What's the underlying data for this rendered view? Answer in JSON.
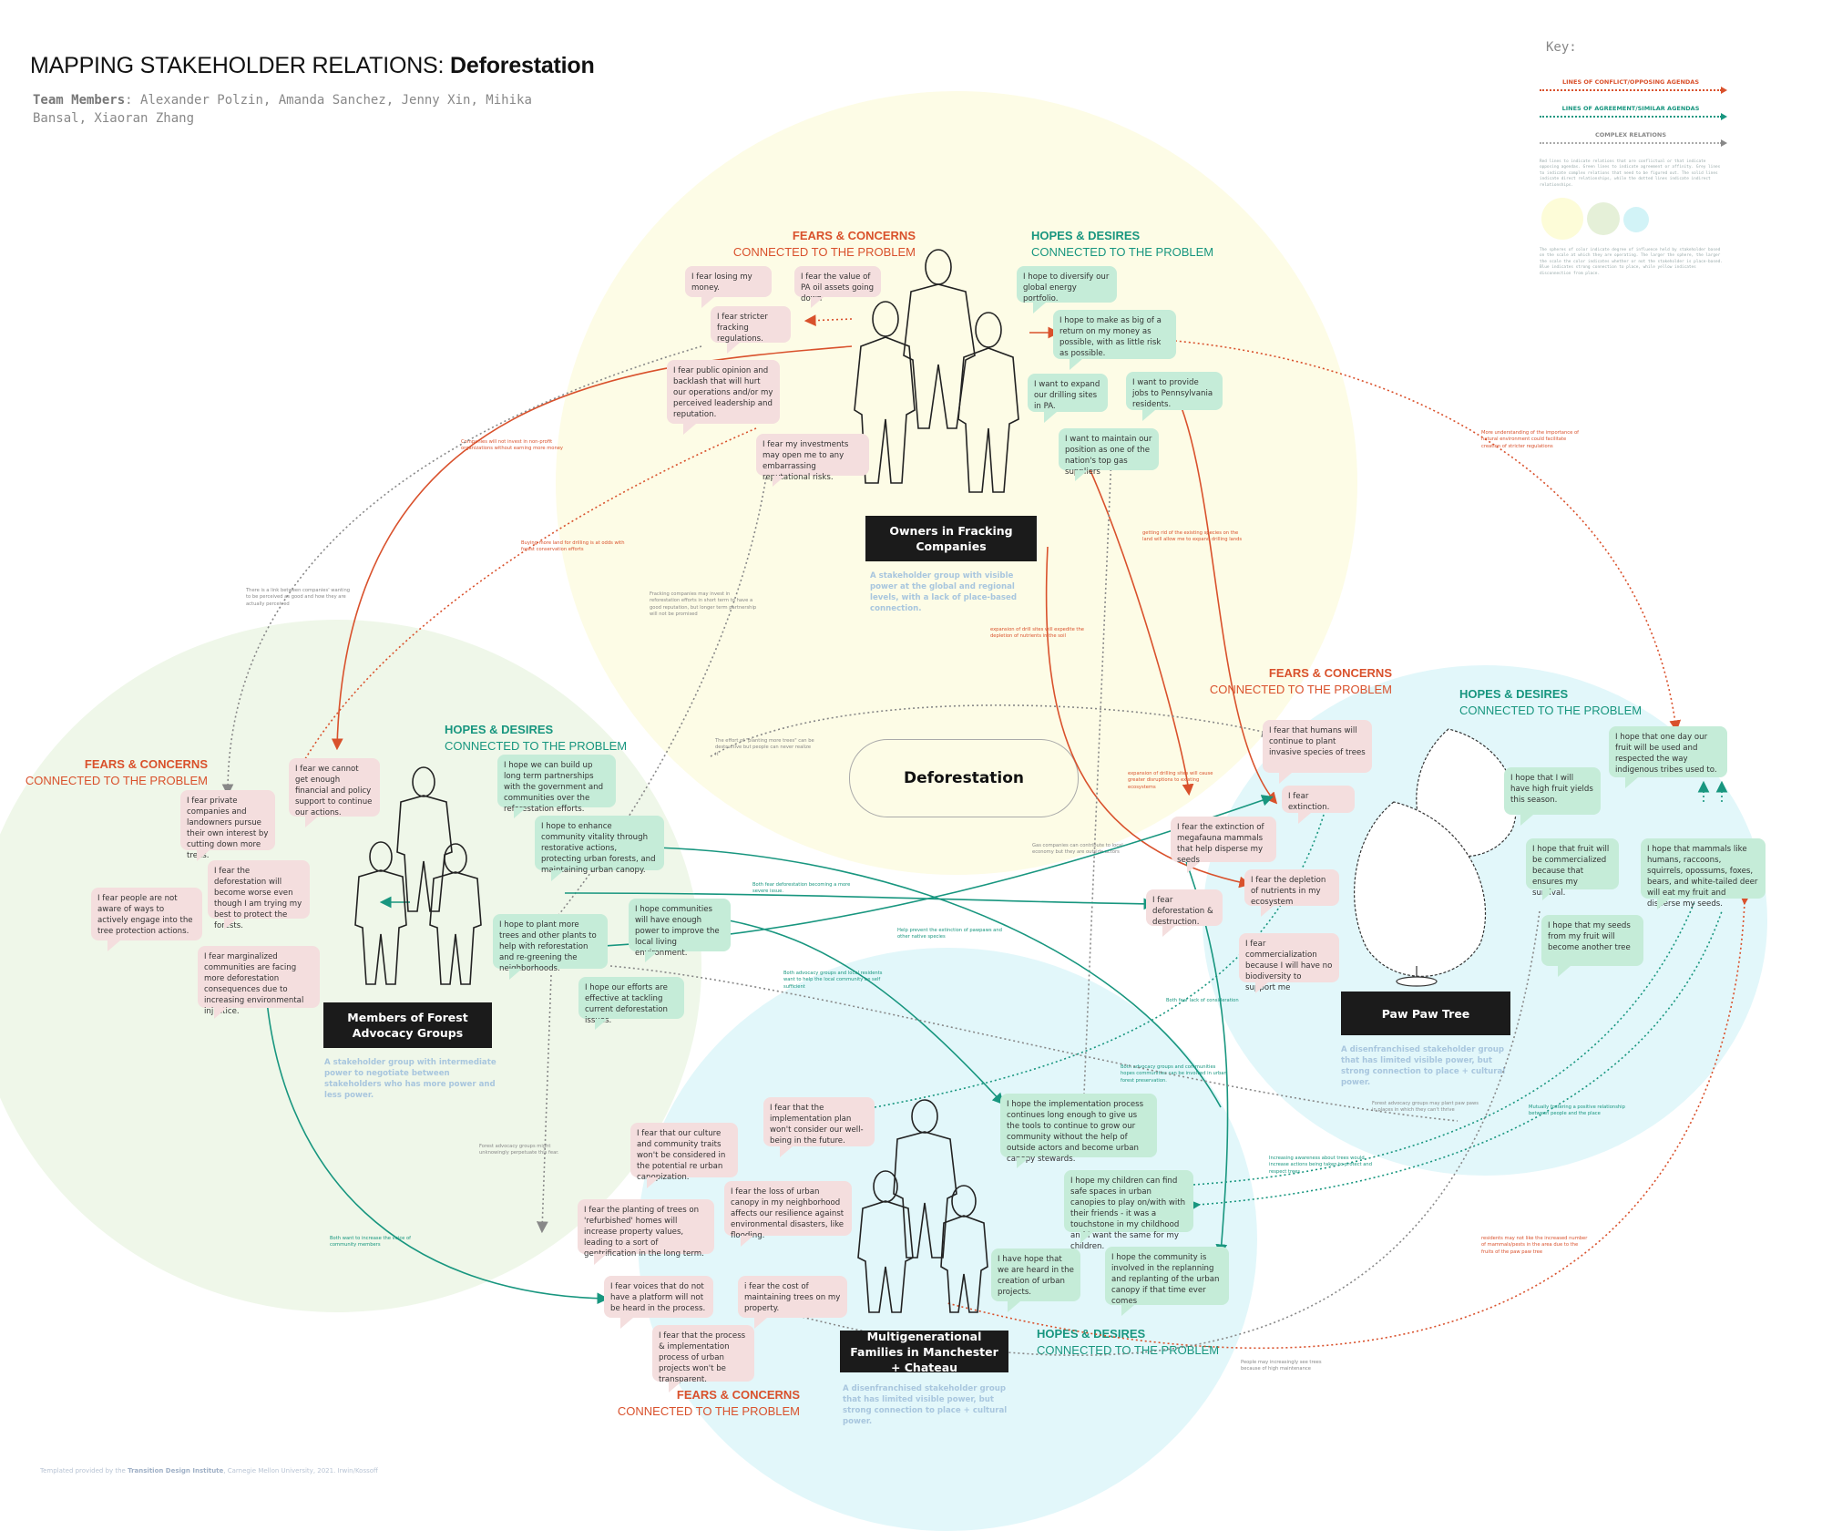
{
  "header": {
    "title_prefix": "MAPPING STAKEHOLDER RELATIONS: ",
    "title_topic": "Deforestation",
    "team_label": "Team Members",
    "team_members": ": Alexander Polzin, Amanda Sanchez, Jenny Xin, Mihika Bansal, Xiaoran Zhang"
  },
  "key": {
    "title": "Key:",
    "conflict": "LINES OF CONFLICT/OPPOSING AGENDAS",
    "agreement": "LINES OF AGREEMENT/SIMILAR AGENDAS",
    "complex": "COMPLEX RELATIONS",
    "lines_desc": "Red lines to indicate relations that are conflictual or that indicate opposing agendas. Green lines to indicate agreement or affinity. Grey lines to indicate complex relations that need to be figured out. The solid lines indicate direct relationships, while the dotted lines indicate indirect relationships.",
    "spheres_desc": "The spheres of color indicate degree of influence held by stakeholder based on the scale at which they are operating. The larger the sphere, the larger the scale the color indicates whether or not the stakeholder is place-based. Blue indicates strong connection to place, while yellow indicates disconnection from place.",
    "colors": {
      "conflict": "#d9512c",
      "agreement": "#18967f",
      "complex": "#888888",
      "yellow": "#fdfce4",
      "green": "#eef6e6",
      "blue": "#e2f7fa"
    }
  },
  "center_problem": "Deforestation",
  "section_heads": {
    "fears_1": "FEARS & CONCERNS",
    "hopes_1": "HOPES & DESIRES",
    "sub": "CONNECTED TO THE PROBLEM"
  },
  "fracking": {
    "label": "Owners in Fracking Companies",
    "desc": "A stakeholder group with visible power at the global and regional levels, with a lack of place-based connection.",
    "fears": [
      "I fear losing my money.",
      "I fear the value of PA oil assets going down",
      "I fear stricter fracking regulations.",
      "I fear public opinion  and backlash that will hurt our operations and/or my perceived leadership and reputation.",
      "I fear my investments may open me to any embarrassing reputational risks."
    ],
    "hopes": [
      "I hope to diversify our global energy portfolio.",
      "I hope to make as big of a return on my money as possible, with as little risk as possible.",
      "I want to expand our drilling sites in PA.",
      "I want to provide jobs to Pennsylvania residents.",
      "I want to maintain our position as one of the nation's top gas suppliers"
    ]
  },
  "advocacy": {
    "label": "Members of Forest Advocacy Groups",
    "desc": "A stakeholder group with intermediate power to negotiate between stakeholders who has more power and less power.",
    "fears": [
      "I fear we cannot get enough financial and policy support to continue our actions.",
      "I fear private companies and landowners pursue their own interest by cutting down more trees.",
      "I fear the deforestation will  become worse even though I am trying my  best to protect the forests.",
      "I fear people are not aware of ways to actively engage into the tree protection actions.",
      "I fear marginalized communities are facing more deforestation consequences due to increasing environmental injustice."
    ],
    "hopes": [
      "I hope we can build up long term partnerships with the government and communities over the reforestation efforts.",
      "I hope to enhance community vitality through restorative actions, protecting urban forests, and maintaining urban canopy.",
      "I hope to plant more trees and other plants to help with reforestation and re-greening the neighborhoods.",
      "I hope communities will have enough power to improve the local living environment.",
      "I hope our efforts are effective at tackling current deforestation issues."
    ]
  },
  "pawpaw": {
    "label": "Paw Paw Tree",
    "desc": "A disenfranchised stakeholder group that has limited visible power, but strong connection to place + cultural power.",
    "fears": [
      "I fear that humans will continue to plant invasive species of trees",
      "I fear extinction.",
      "I fear the extinction of megafauna mammals that help disperse my seeds",
      "I fear deforestation & destruction.",
      "I fear the depletion of nutrients in my ecosystem",
      "I fear commercialization because I will have no biodiversity to support me"
    ],
    "hopes": [
      "I hope that one day our fruit will be used and respected the way indigenous tribes used to.",
      "I hope that I will have high fruit yields this season.",
      "I hope that fruit will be commercialized because that ensures my survival.",
      "I hope that mammals like humans, raccoons, squirrels, opossums, foxes, bears, and white-tailed deer will eat my fruit and disperse my seeds.",
      "I hope that my seeds from my fruit will become another tree"
    ]
  },
  "families": {
    "label": "Multigenerational Families in Manchester + Chateau",
    "desc": "A disenfranchised stakeholder group that has limited visible power, but strong connection to place + cultural power.",
    "fears": [
      "I fear that the implementation plan won't consider our well-being in the future.",
      "I fear that our culture and community traits won't be considered in the potential re urban canopization.",
      "I fear the loss of urban canopy in my neighborhood affects our resilience against environmental disasters, like flooding.",
      "I fear the planting of trees on 'refurbished' homes will increase property values, leading to a sort of gentrification in the long term.",
      "I fear voices that do not have a platform will not be heard in the process.",
      "i fear the cost of maintaining trees on my property.",
      "I fear that the process & implementation process of urban projects won't be transparent."
    ],
    "hopes": [
      "I hope the implementation process continues long enough to give us the tools to continue to grow our community without the help of outside actors and become urban canopy stewards.",
      "I hope my children can find safe spaces in urban canopies to play on/with with their friends - it was a touchstone in my childhood and I want the same for my children.",
      "I have hope that we are heard in the creation of urban projects.",
      "I hope the community is involved in the replanning and replanting of the urban canopy if that time ever comes"
    ]
  },
  "annotations": [
    "Companies will not invest in non-profit organizations without earning more money",
    "Buying more land for drilling is at odds with forest conservation efforts",
    "There is a link between companies' wanting to be perceived as good and how they are actually perceived",
    "Fracking companies may invest in reforestation efforts in short term to have a good reputation, but longer term partnership will not be promised",
    "getting rid of the existing species on the land will allow me to expand drilling lands",
    "expansion of drill sites will expedite the depletion of nutrients in the soil",
    "More understanding of the importance of natural environment could facilitate creation of stricter regulations",
    "The effort of \"planting more trees\" can be destructive but people can never realize it",
    "expansion of drilling sites will cause greater disruptions to existing ecosystems",
    "Gas companies can contribute to local economy but they are outside actors",
    "Both fear deforestation becoming a more severe issue.",
    "Help prevent the extinction of pawpaws and other native species",
    "Both advocacy groups and local residents want to help the local community be self sufficient",
    "Both fear lack of consideration",
    "Both advocacy groups and communities hopes communities can be involved in urban forest preservation.",
    "Forest advocacy groups might unknowingly perpetuate this fear.",
    "Both want to increase the voice of community members",
    "Forest advocacy groups may plant paw paws in places in which they can't thrive",
    "Mutually fostering a positive relationship between people and the place",
    "Increasing awareness about trees would increase actions being taken to protect and respect trees",
    "residents may not like the increased number of mammals/pests in the area due to the fruits of the paw paw tree",
    "People may increasingly see trees because of high maintenance"
  ],
  "footer": {
    "prefix": "Templated provided by the ",
    "org": "Transition Design Institute",
    "suffix": ", Carnegie Mellon University, 2021. Irwin/Kossoff"
  }
}
